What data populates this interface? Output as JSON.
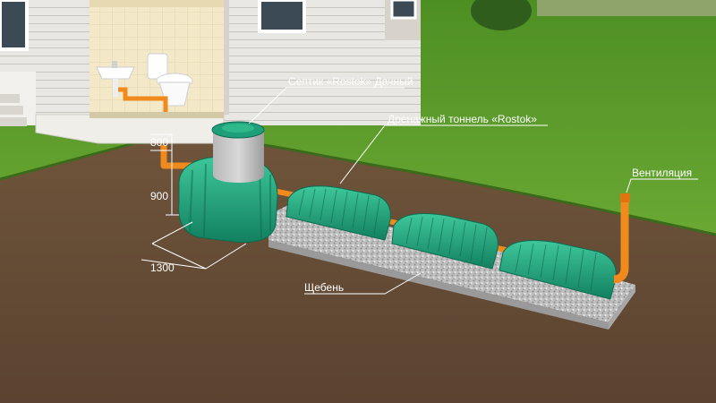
{
  "labels": {
    "septic": "Септик «Rostok» Дачный",
    "tunnel": "Дренажный тоннель «Rostok»",
    "ventilation": "Вентиляция",
    "gravel": "Щебень"
  },
  "dimensions": {
    "depth_top": "800",
    "height": "900",
    "width": "1300"
  },
  "colors": {
    "tank_green": "#1f9e7a",
    "pipe_orange": "#f08a1c",
    "grass": "#5a9a2a",
    "soil": "#6b5138",
    "house_wall": "#e7e4df"
  }
}
